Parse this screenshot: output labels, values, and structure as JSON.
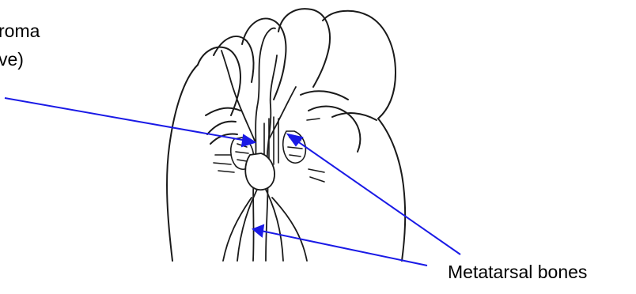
{
  "labels": {
    "neuroma_line1": "roma",
    "neuroma_line2": "ve)",
    "metatarsal": "Metatarsal bones"
  },
  "colors": {
    "pointer": "#1a1ae6",
    "ink": "#1a1a1a",
    "text": "#000000"
  },
  "illustration": "foot-sole-neuroma-drawing"
}
